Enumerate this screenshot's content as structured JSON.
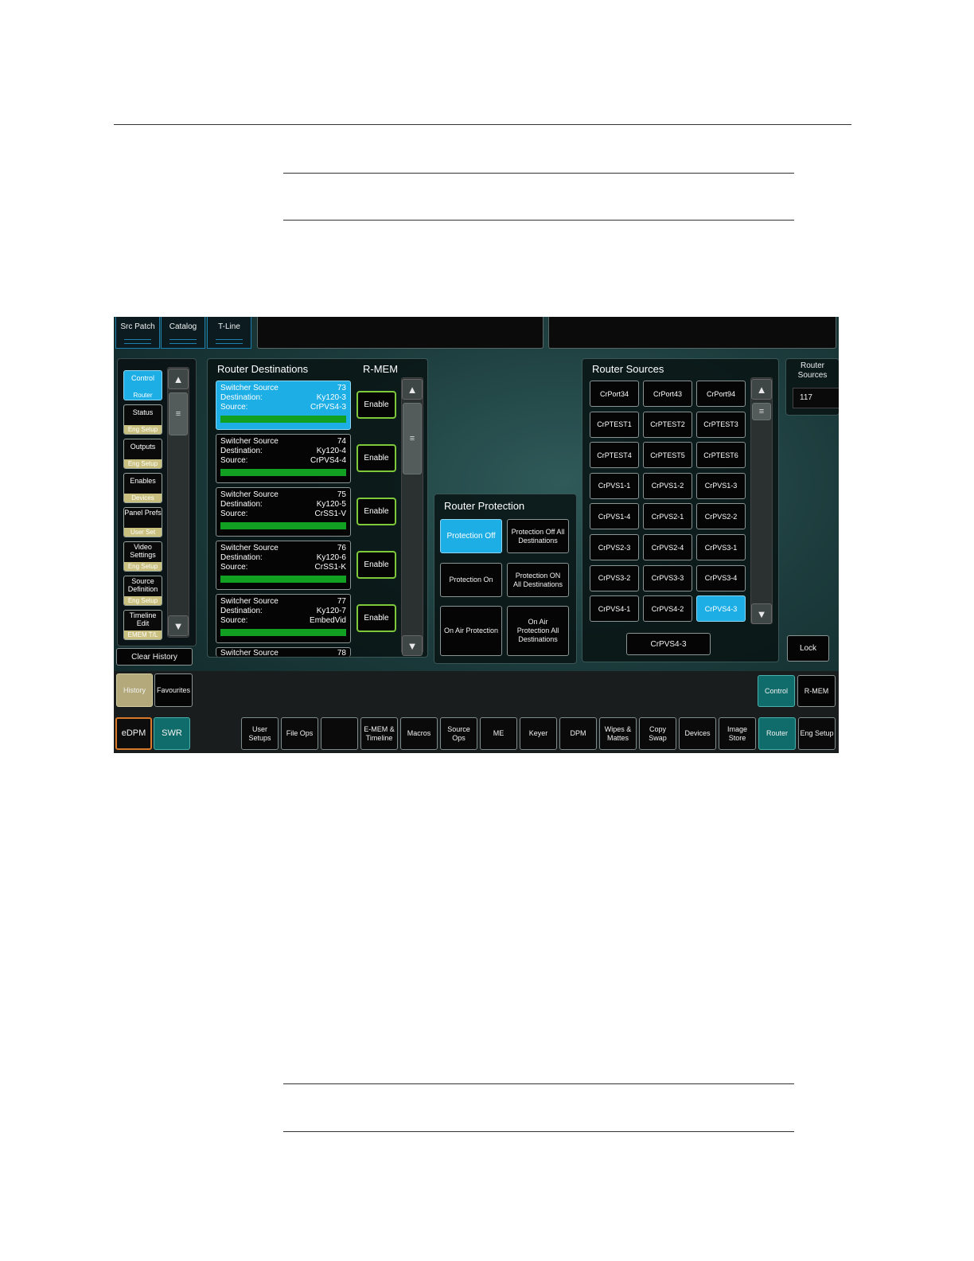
{
  "top_tabs": [
    "Src Patch",
    "Catalog",
    "T-Line"
  ],
  "left_nav": {
    "items": [
      {
        "label": "Control",
        "sub": "Router",
        "selected": true
      },
      {
        "label": "Status",
        "sub": "Eng Setup"
      },
      {
        "label": "Outputs",
        "sub": "Eng Setup"
      },
      {
        "label": "Enables",
        "sub": "Devices"
      },
      {
        "label": "Panel Prefs",
        "sub": "User Set"
      },
      {
        "label": "Video Settings",
        "sub": "Eng Setup"
      },
      {
        "label": "Source Definition",
        "sub": "Eng Setup"
      },
      {
        "label": "Timeline Edit",
        "sub": "EMEM T/L"
      }
    ],
    "clear_history": "Clear History",
    "history": "History",
    "favourites": "Favourites"
  },
  "destinations": {
    "title": "Router Destinations",
    "rmem_title": "R-MEM",
    "items": [
      {
        "label": "Switcher Source",
        "num": "73",
        "dest_label": "Destination:",
        "dest": "Ky120-3",
        "src_label": "Source:",
        "src": "CrPVS4-3",
        "selected": true,
        "enable": "Enable"
      },
      {
        "label": "Switcher Source",
        "num": "74",
        "dest_label": "Destination:",
        "dest": "Ky120-4",
        "src_label": "Source:",
        "src": "CrPVS4-4",
        "enable": "Enable"
      },
      {
        "label": "Switcher Source",
        "num": "75",
        "dest_label": "Destination:",
        "dest": "Ky120-5",
        "src_label": "Source:",
        "src": "CrSS1-V",
        "enable": "Enable"
      },
      {
        "label": "Switcher Source",
        "num": "76",
        "dest_label": "Destination:",
        "dest": "Ky120-6",
        "src_label": "Source:",
        "src": "CrSS1-K",
        "enable": "Enable"
      },
      {
        "label": "Switcher Source",
        "num": "77",
        "dest_label": "Destination:",
        "dest": "Ky120-7",
        "src_label": "Source:",
        "src": "EmbedVid",
        "enable": "Enable"
      }
    ],
    "partial_label": "Switcher Source",
    "partial_num": "78"
  },
  "protection": {
    "title": "Router Protection",
    "protection_off": "Protection Off",
    "protection_off_all": "Protection Off All Destinations",
    "protection_on": "Protection On",
    "protection_on_all": "Protection ON All Destinations",
    "on_air": "On Air Protection",
    "on_air_all": "On Air Protection All Destinations"
  },
  "sources": {
    "title": "Router Sources",
    "items": [
      "CrPort34",
      "CrPort43",
      "CrPort94",
      "CrPTEST1",
      "CrPTEST2",
      "CrPTEST3",
      "CrPTEST4",
      "CrPTEST5",
      "CrPTEST6",
      "CrPVS1-1",
      "CrPVS1-2",
      "CrPVS1-3",
      "CrPVS1-4",
      "CrPVS2-1",
      "CrPVS2-2",
      "CrPVS2-3",
      "CrPVS2-4",
      "CrPVS3-1",
      "CrPVS3-2",
      "CrPVS3-3",
      "CrPVS3-4",
      "CrPVS4-1",
      "CrPVS4-2",
      "CrPVS4-3"
    ],
    "selected": "CrPVS4-3",
    "current": "CrPVS4-3"
  },
  "router_sources_count": {
    "label": "Router Sources",
    "value": "117"
  },
  "lock": "Lock",
  "mode_tabs": {
    "control": "Control",
    "rmem": "R-MEM"
  },
  "bottom_left": {
    "edpm": "eDPM",
    "swr": "SWR"
  },
  "bottom_menu": [
    "User Setups",
    "File Ops",
    "",
    "E-MEM & Timeline",
    "Macros",
    "Source Ops",
    "ME",
    "Keyer",
    "DPM",
    "Wipes & Mattes",
    "Copy Swap",
    "Devices",
    "Image Store",
    "Router",
    "Eng Setup"
  ]
}
